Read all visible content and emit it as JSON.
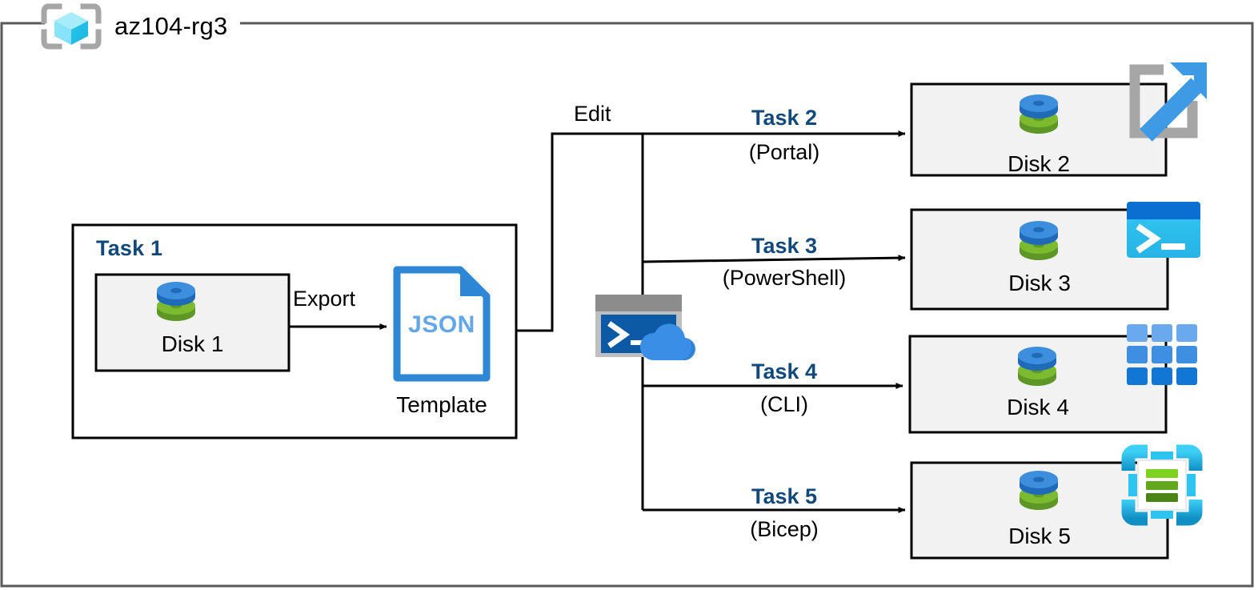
{
  "container": {
    "title": "az104-rg3",
    "icon": "resource-group-icon",
    "border_color": "#595959"
  },
  "task1": {
    "heading": "Task 1",
    "disk": {
      "label": "Disk 1",
      "icon": "managed-disk-icon"
    },
    "export_label": "Export",
    "template": {
      "file_label": "JSON",
      "caption": "Template",
      "icon": "json-file-icon"
    }
  },
  "edit": {
    "label": "Edit",
    "shell_icon": "azure-cloud-shell-icon"
  },
  "branches": [
    {
      "task": "Task 2",
      "method": "(Portal)",
      "disk_label": "Disk 2",
      "tool_icon": "azure-portal-icon",
      "disk_icon": "managed-disk-icon"
    },
    {
      "task": "Task 3",
      "method": "(PowerShell)",
      "disk_label": "Disk 3",
      "tool_icon": "powershell-icon",
      "disk_icon": "managed-disk-icon"
    },
    {
      "task": "Task 4",
      "method": "(CLI)",
      "disk_label": "Disk 4",
      "tool_icon": "azure-cli-icon",
      "disk_icon": "managed-disk-icon"
    },
    {
      "task": "Task 5",
      "method": "(Bicep)",
      "disk_label": "Disk 5",
      "tool_icon": "bicep-icon",
      "disk_icon": "managed-disk-icon"
    }
  ],
  "colors": {
    "accent_blue": "#11497c",
    "disk_blue": "#3e8ede",
    "disk_green": "#74ad26",
    "json_blue": "#2f86d4",
    "box_fill": "#f2f2f2",
    "box_stroke": "#000000",
    "container_stroke": "#595959",
    "cyan": "#32c5f4"
  }
}
